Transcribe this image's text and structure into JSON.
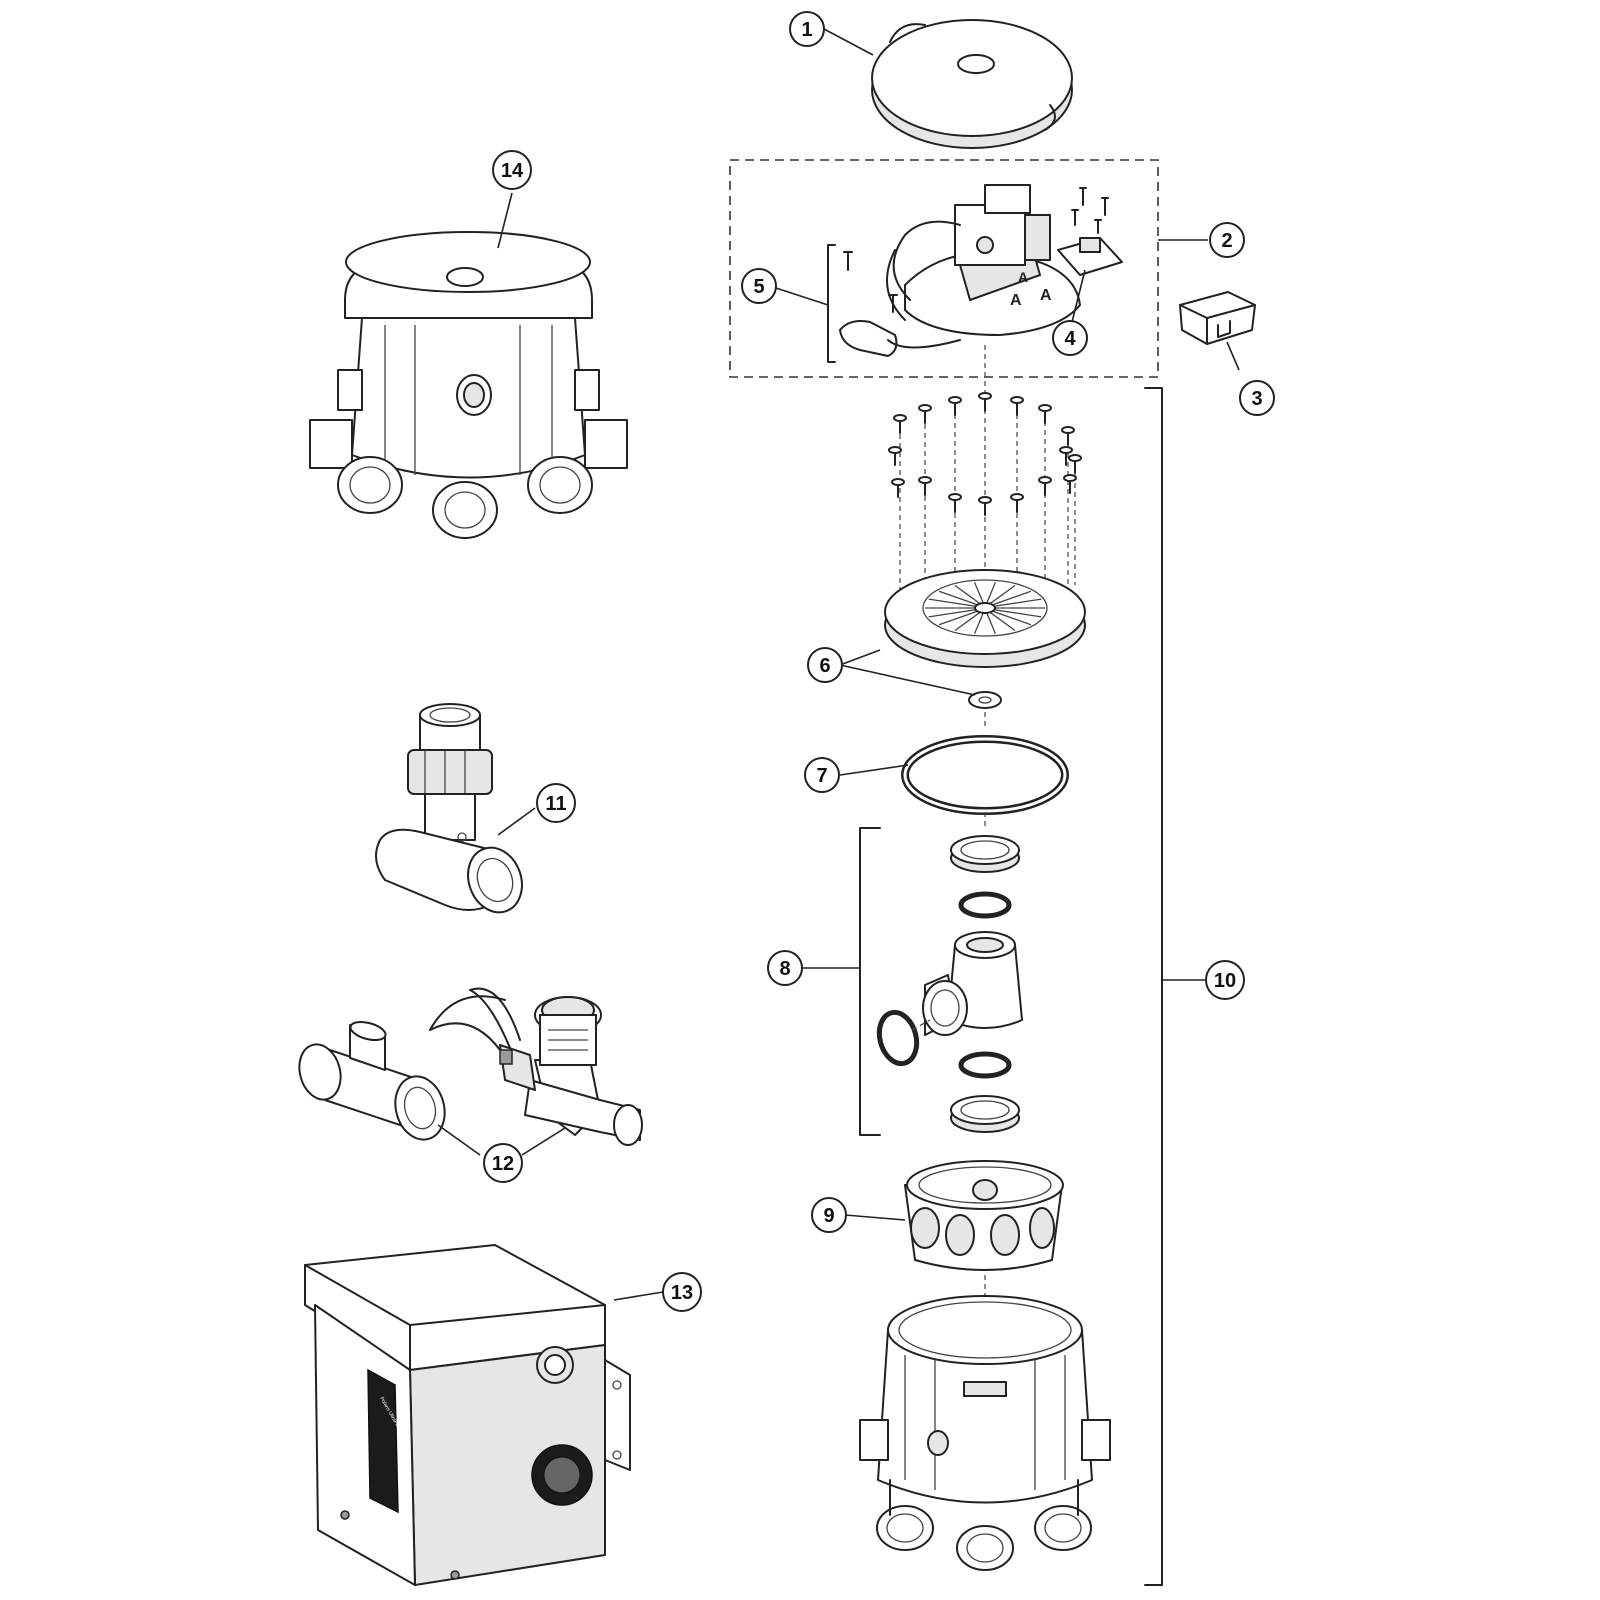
{
  "callouts": [
    {
      "id": "1",
      "label": "1"
    },
    {
      "id": "2",
      "label": "2"
    },
    {
      "id": "3",
      "label": "3"
    },
    {
      "id": "4",
      "label": "4"
    },
    {
      "id": "5",
      "label": "5"
    },
    {
      "id": "6",
      "label": "6"
    },
    {
      "id": "7",
      "label": "7"
    },
    {
      "id": "8",
      "label": "8"
    },
    {
      "id": "9",
      "label": "9"
    },
    {
      "id": "10",
      "label": "10"
    },
    {
      "id": "11",
      "label": "11"
    },
    {
      "id": "12",
      "label": "12"
    },
    {
      "id": "13",
      "label": "13"
    },
    {
      "id": "14",
      "label": "14"
    }
  ],
  "control_box_label": "Polaris UltraFlex",
  "colors": {
    "line": "#222222",
    "background": "#ffffff",
    "panel": "#1b1b1b"
  }
}
